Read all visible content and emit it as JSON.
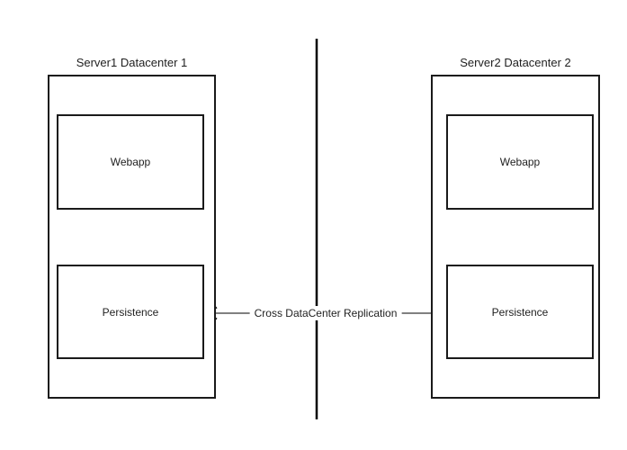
{
  "diagram": {
    "servers": [
      {
        "title": "Server1 Datacenter 1",
        "nodes": [
          "Webapp",
          "Persistence"
        ]
      },
      {
        "title": "Server2 Datacenter 2",
        "nodes": [
          "Webapp",
          "Persistence"
        ]
      }
    ],
    "edge": {
      "label": "Cross DataCenter Replication",
      "direction": "bidirectional"
    },
    "divider": {
      "orientation": "vertical"
    },
    "colors": {
      "box_stroke": "#1a1a1a",
      "divider": "#000000",
      "edge_line": "#808080",
      "edge_arrowhead": "#1a1a1a",
      "text": "#1f1f1f",
      "background": "#ffffff"
    }
  }
}
